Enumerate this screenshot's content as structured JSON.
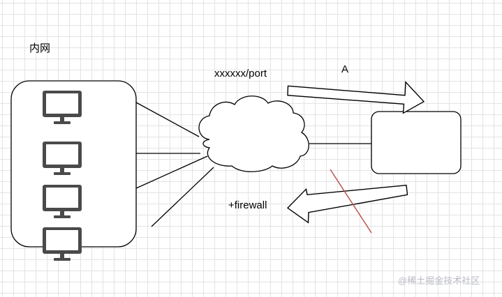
{
  "labels": {
    "intranet": "内网",
    "address_port": "xxxxxx/port",
    "arrow_a": "A",
    "firewall": "+firewall"
  },
  "watermark": "@稀土掘金技术社区",
  "icons": {
    "computer": "monitor-icon",
    "network": "cloud-icon"
  },
  "colors": {
    "stroke": "#000000",
    "monitor": "#4a4a4a",
    "strike": "#b85450",
    "grid": "#e3e3e3"
  }
}
